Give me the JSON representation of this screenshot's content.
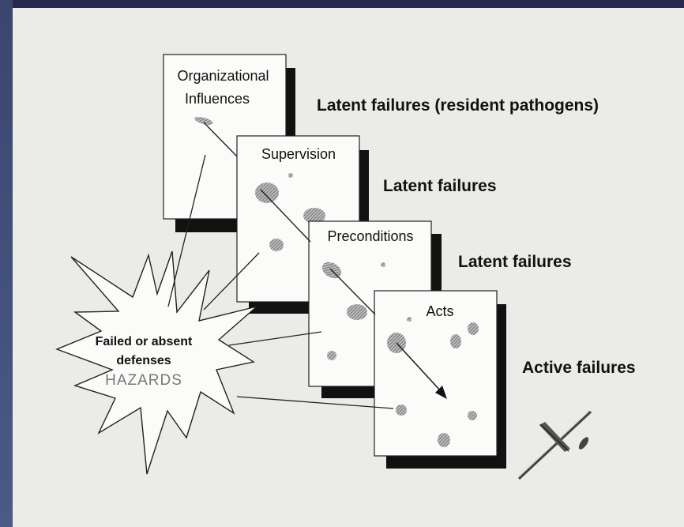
{
  "layers": [
    {
      "label": "Organizational\nInfluences",
      "side_label": "Latent failures (resident pathogens)"
    },
    {
      "label": "Supervision",
      "side_label": "Latent failures"
    },
    {
      "label": "Preconditions",
      "side_label": "Latent failures"
    },
    {
      "label": "Acts",
      "side_label": "Active failures"
    }
  ],
  "burst": {
    "line1": "Failed or absent",
    "line2": "defenses",
    "line3": "HAZARDS"
  },
  "icons": {
    "aircraft": "crashing-airplane-icon"
  },
  "colors": {
    "slide_background": "#ebebe8",
    "frame": "#1f2445",
    "card_shadow": "#111111",
    "text": "#111111",
    "hazards_text": "#777777"
  }
}
